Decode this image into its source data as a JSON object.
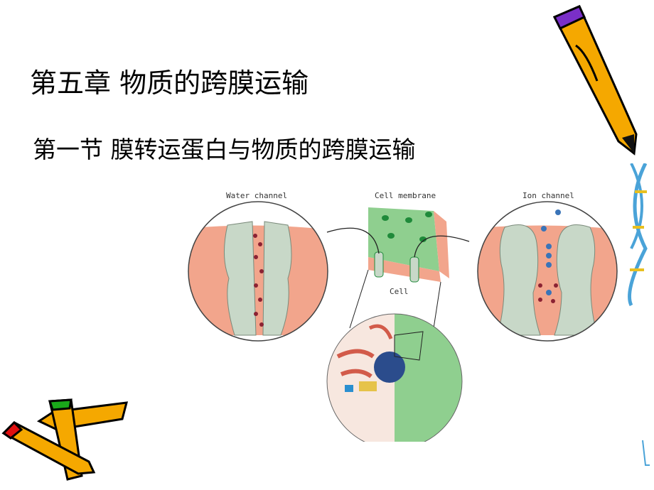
{
  "slide": {
    "title": "第五章  物质的跨膜运输",
    "subtitle": "第一节  膜转运蛋白与物质的跨膜运输"
  },
  "figure": {
    "labels": {
      "water_channel": "Water channel",
      "cell_membrane": "Cell membrane",
      "ion_channel": "Ion channel",
      "cell": "Cell"
    },
    "colors": {
      "membrane": "#f2a58c",
      "protein": "#c8d8c8",
      "cytoplasm": "#8fcf8f",
      "accent_green": "#1f8a3a"
    }
  },
  "decorations": [
    "pencil-clipart-top-right",
    "pencils-clipart-bottom-left",
    "dna-helix-clipart-right"
  ]
}
